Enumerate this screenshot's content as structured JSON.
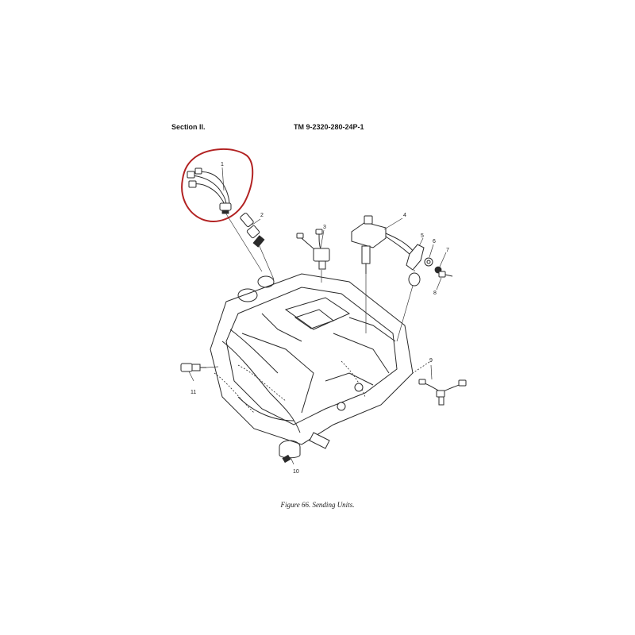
{
  "header": {
    "section": "Section II.",
    "tm_number": "TM 9-2320-280-24P-1"
  },
  "figure": {
    "caption": "Figure 66.  Sending Units."
  },
  "callouts": {
    "c1": "1",
    "c2": "2",
    "c3": "3",
    "c4": "4",
    "c5": "5",
    "c6": "6",
    "c7": "7",
    "c8": "8",
    "c9": "9",
    "c10": "10",
    "c11": "11"
  },
  "highlight": {
    "color": "#b22222",
    "target_callout": "1"
  }
}
